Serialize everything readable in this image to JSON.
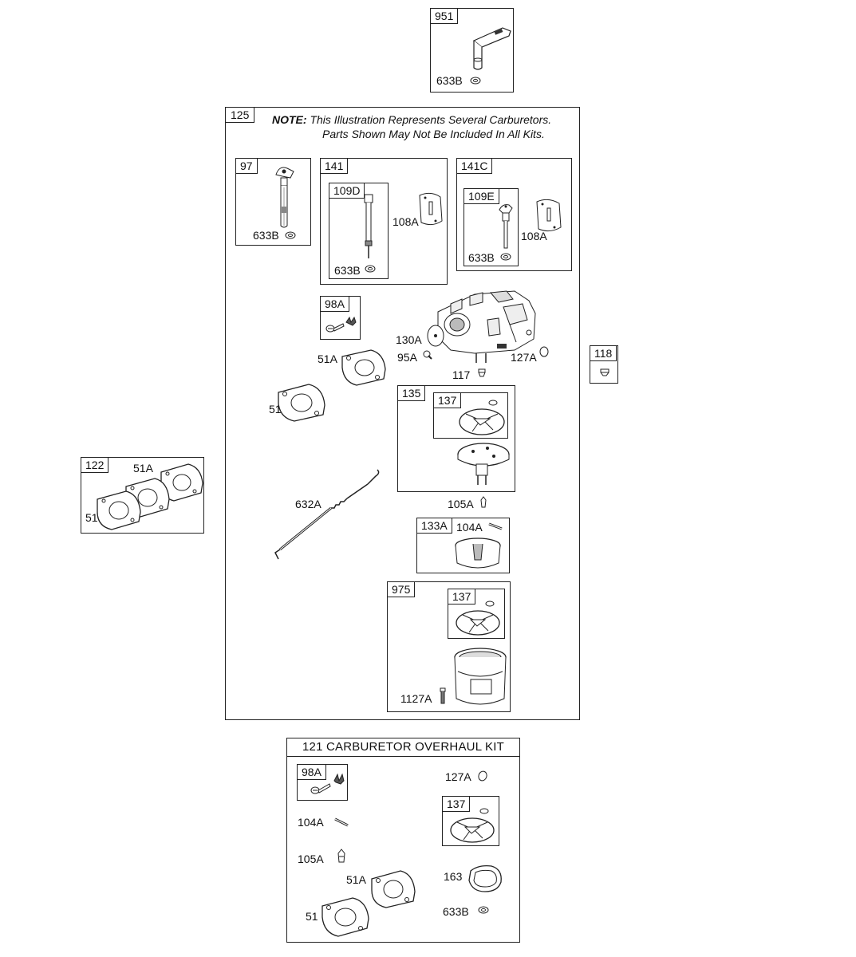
{
  "callouts": {
    "p951": "951",
    "p633b_951": "633B",
    "p125": "125",
    "p97": "97",
    "p633b_97": "633B",
    "p141": "141",
    "p109d": "109D",
    "p108a_141": "108A",
    "p633b_141": "633B",
    "p141c": "141C",
    "p109e": "109E",
    "p108a_141c": "108A",
    "p633b_141c": "633B",
    "p98a": "98A",
    "p130a": "130A",
    "p95a": "95A",
    "p127a": "127A",
    "p117": "117",
    "p51a": "51A",
    "p51": "51",
    "p135": "135",
    "p137_135": "137",
    "p632a": "632A",
    "p105a": "105A",
    "p133a": "133A",
    "p104a": "104A",
    "p975": "975",
    "p137_975": "137",
    "p1127a": "1127A",
    "p118": "118",
    "p122": "122",
    "p51a_122": "51A",
    "p51_122": "51",
    "kit_98a": "98A",
    "kit_127a": "127A",
    "kit_137": "137",
    "kit_104a": "104A",
    "kit_105a": "105A",
    "kit_51a": "51A",
    "kit_163": "163",
    "kit_51": "51",
    "kit_633b": "633B"
  },
  "note": {
    "prefix": "NOTE:",
    "line1": "This Illustration Represents Several Carburetors.",
    "line2": "Parts Shown May Not Be Included In All Kits."
  },
  "kit": {
    "title": "121 CARBURETOR OVERHAUL KIT"
  }
}
